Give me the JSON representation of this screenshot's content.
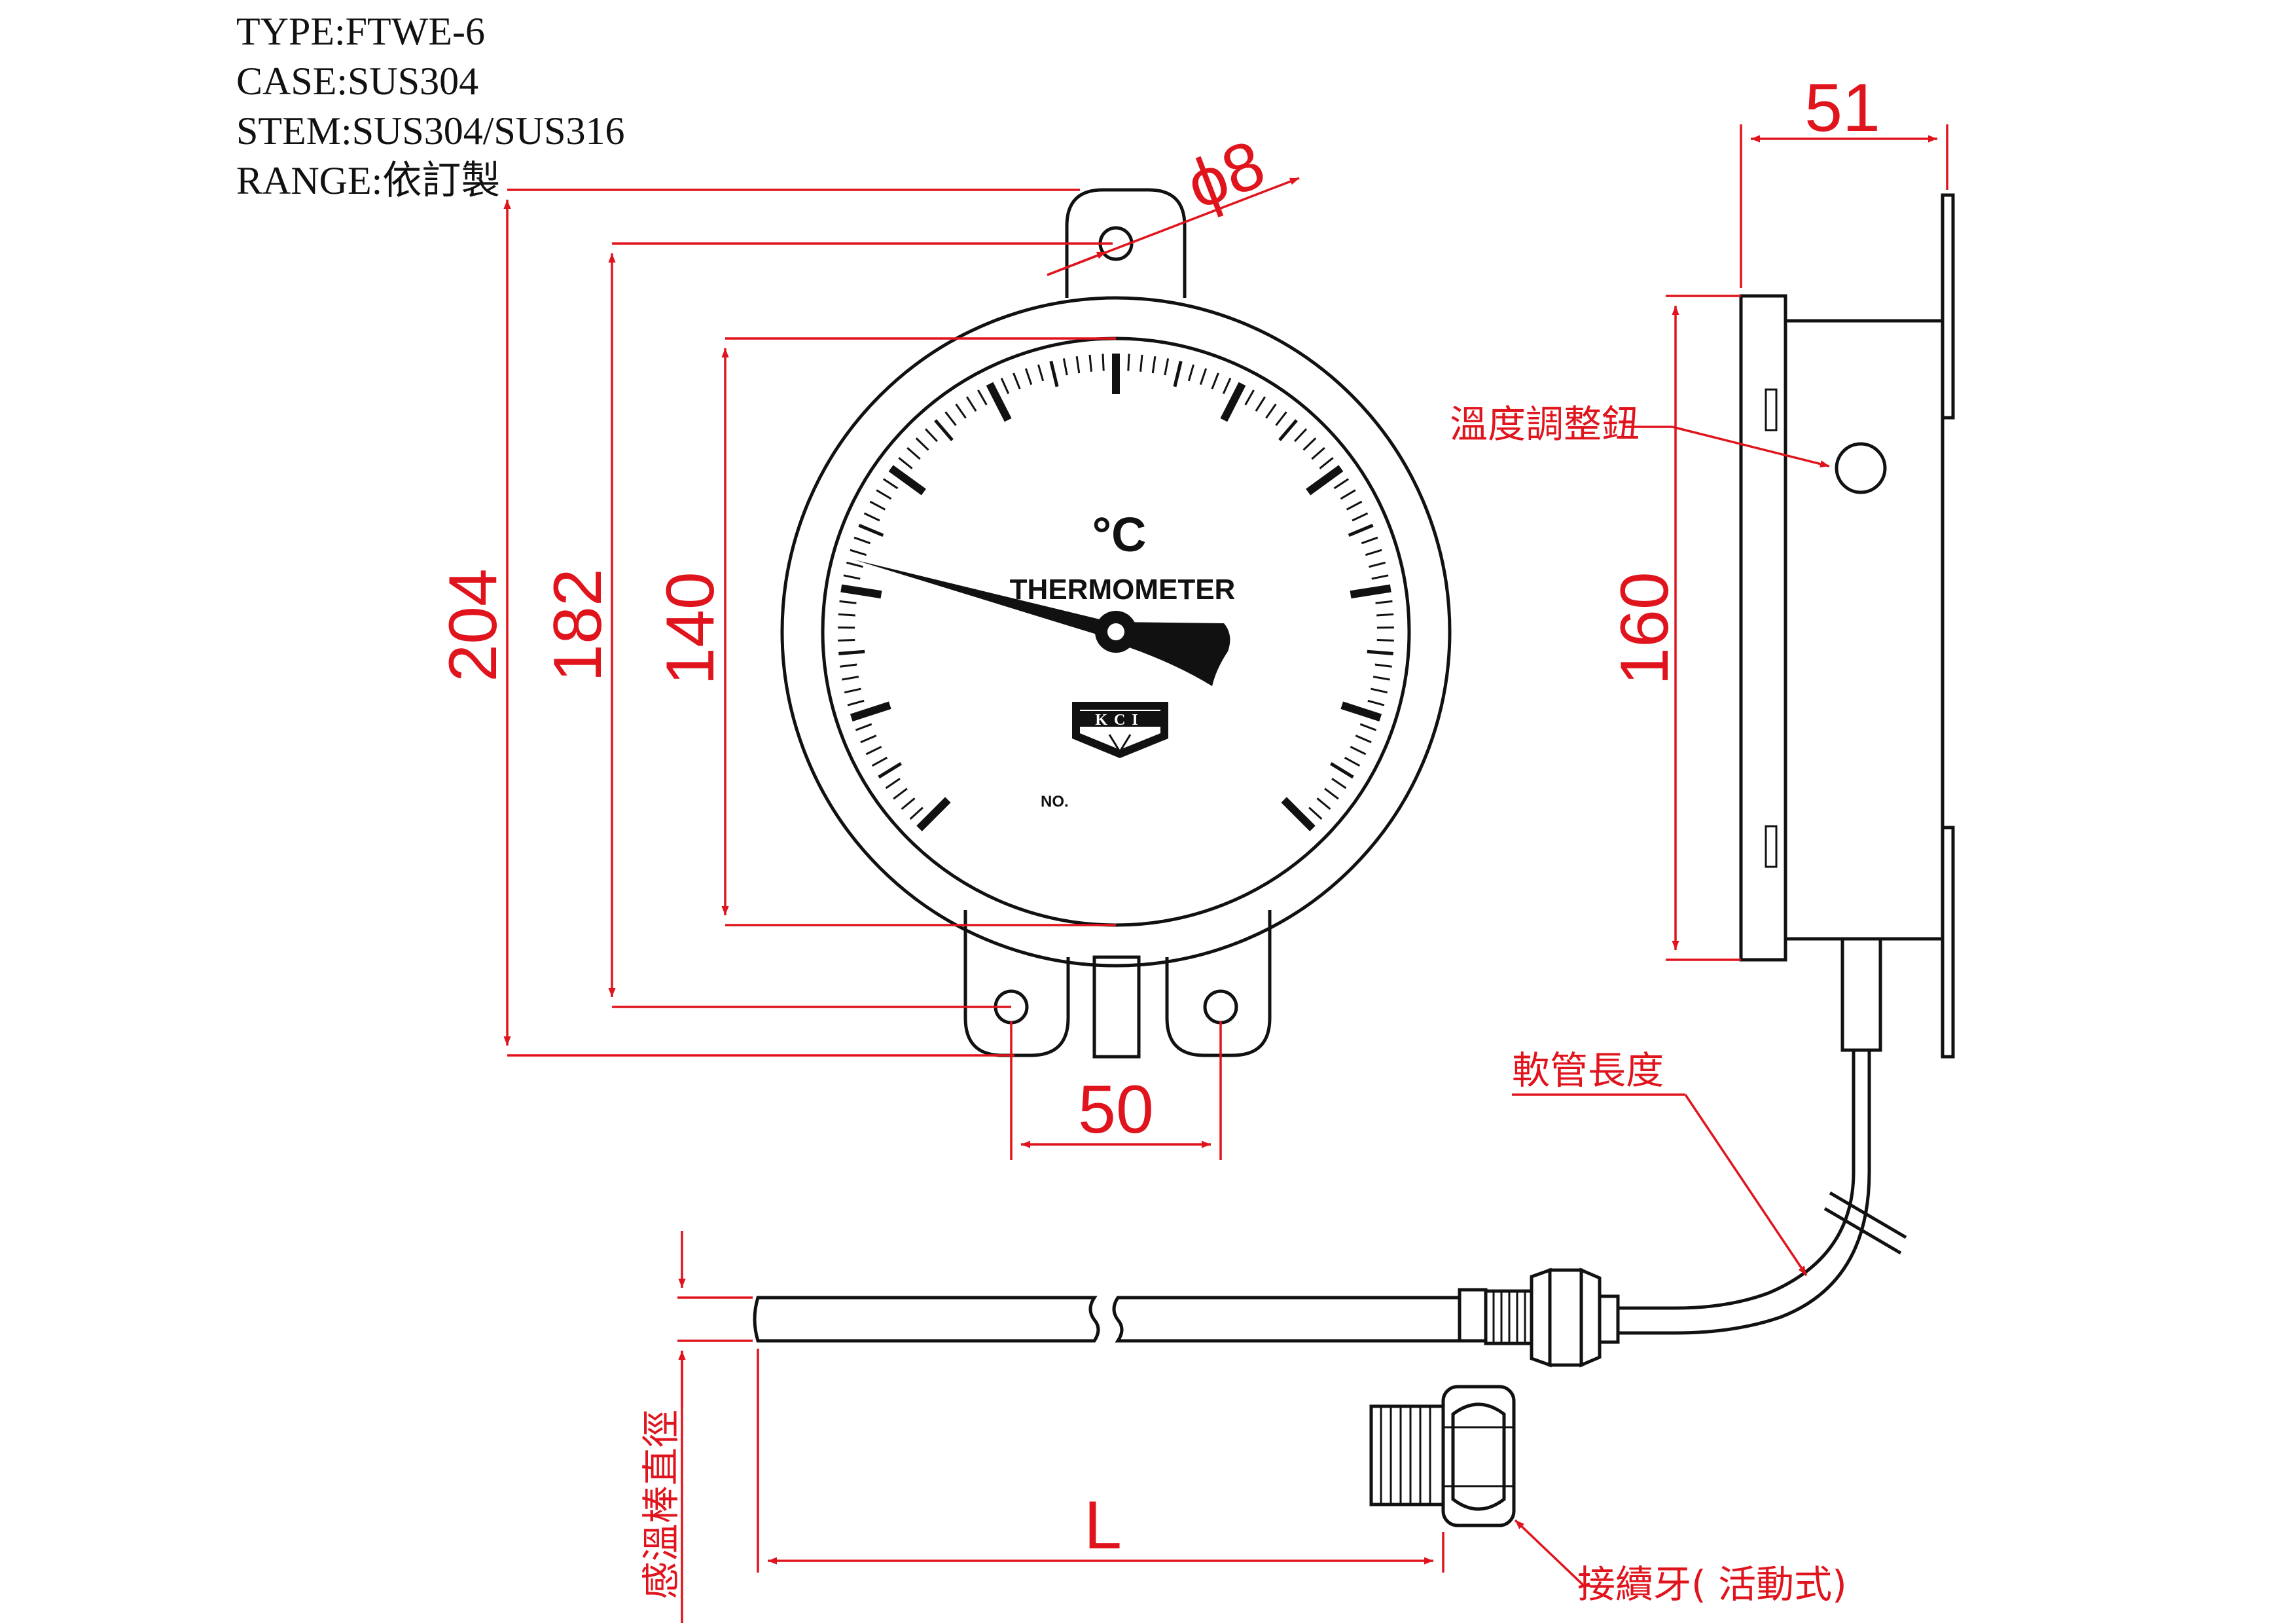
{
  "specs": {
    "type": "TYPE:FTWE-6",
    "case": "CASE:SUS304",
    "stem": "STEM:SUS304/SUS316",
    "range": "RANGE:依訂製"
  },
  "dimensions": {
    "overall_height": "204",
    "hole_span_height": "182",
    "dial_diameter": "140",
    "hole_diameter": "ϕ8",
    "mount_hole_spacing": "50",
    "case_depth": "51",
    "case_height": "160",
    "stem_length": "L"
  },
  "dial": {
    "unit": "°C",
    "label": "THERMOMETER",
    "brand": "KCI",
    "number_label": "NO."
  },
  "callouts": {
    "adjust_knob": "溫度調整鈕",
    "capillary_length": "軟管長度",
    "sensor_diameter": "感溫棒直徑",
    "connector": "接續牙( 活動式)"
  }
}
